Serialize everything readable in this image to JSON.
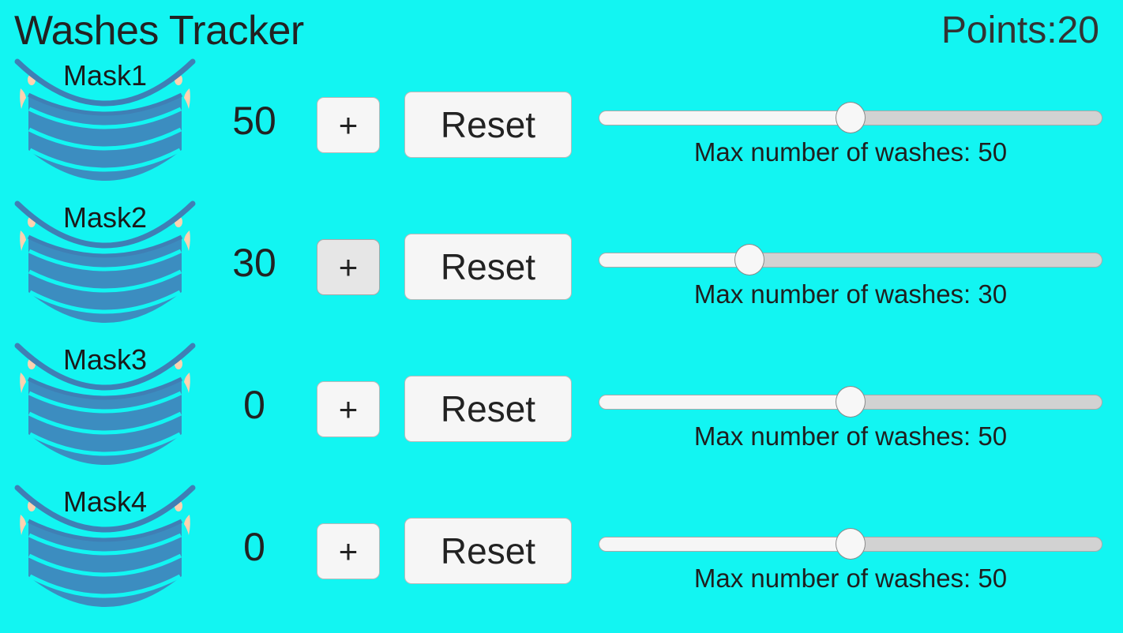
{
  "header": {
    "title": "Washes Tracker",
    "points_label": "Points:20"
  },
  "colors": {
    "background": "#12f5f2",
    "mask_body": "#3c8dc0",
    "mask_strap": "#3f7fb5",
    "mask_pleat_line": "#12f5f2",
    "ear_loop": "#ffd2b0",
    "button_face": "#f6f6f6",
    "button_face_active": "#e6e6e6",
    "track_unfilled": "#d2d2d2",
    "track_filled": "#f6f6f6",
    "text": "#222222"
  },
  "rows": [
    {
      "mask_label": "Mask1",
      "count": "50",
      "plus_label": "+",
      "reset_label": "Reset",
      "plus_active": false,
      "slider": {
        "value": 50,
        "min": 0,
        "max": 100,
        "percent": 50,
        "caption": "Max number of washes: 50"
      }
    },
    {
      "mask_label": "Mask2",
      "count": "30",
      "plus_label": "+",
      "reset_label": "Reset",
      "plus_active": true,
      "slider": {
        "value": 30,
        "min": 0,
        "max": 100,
        "percent": 30,
        "caption": "Max number of washes: 30"
      }
    },
    {
      "mask_label": "Mask3",
      "count": "0",
      "plus_label": "+",
      "reset_label": "Reset",
      "plus_active": false,
      "slider": {
        "value": 50,
        "min": 0,
        "max": 100,
        "percent": 50,
        "caption": "Max number of washes: 50"
      }
    },
    {
      "mask_label": "Mask4",
      "count": "0",
      "plus_label": "+",
      "reset_label": "Reset",
      "plus_active": false,
      "slider": {
        "value": 50,
        "min": 0,
        "max": 100,
        "percent": 50,
        "caption": "Max number of washes: 50"
      }
    }
  ],
  "icons": {
    "mask": "face-mask-icon"
  }
}
